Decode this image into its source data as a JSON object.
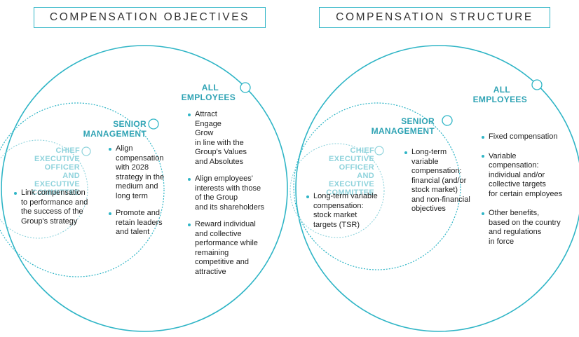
{
  "accent_color": "#2fb5c6",
  "left": {
    "title": "COMPENSATION OBJECTIVES",
    "all_employees": [
      "ALL",
      "EMPLOYEES"
    ],
    "senior_management": [
      "SENIOR",
      "MANAGEMENT"
    ],
    "ceo": [
      "CHIEF",
      "EXECUTIVE",
      "OFFICER",
      "AND EXECUTIVE",
      "COMMITTEE"
    ],
    "ceo_items": [
      [
        "Link compensation",
        "to performance and",
        "the success of the",
        "Group's strategy"
      ]
    ],
    "senior_items": [
      [
        "Align",
        "compensation",
        "with 2028",
        "strategy in the",
        "medium and",
        "long term"
      ],
      [
        "Promote and",
        "retain leaders",
        "and talent"
      ]
    ],
    "all_items": [
      [
        "Attract",
        "Engage",
        "Grow",
        "in line with the",
        "Group's Values",
        "and Absolutes"
      ],
      [
        "Align employees'",
        "interests with those",
        "of the Group",
        "and its shareholders"
      ],
      [
        "Reward individual",
        "and collective",
        "performance while",
        "remaining",
        "competitive and",
        "attractive"
      ]
    ]
  },
  "right": {
    "title": "COMPENSATION STRUCTURE",
    "all_employees": [
      "ALL",
      "EMPLOYEES"
    ],
    "senior_management": [
      "SENIOR",
      "MANAGEMENT"
    ],
    "ceo": [
      "CHIEF",
      "EXECUTIVE",
      "OFFICER",
      "AND EXECUTIVE",
      "COMMITTEE"
    ],
    "ceo_items": [
      [
        "Long-term variable",
        "compensation:",
        "stock market",
        "targets (TSR)"
      ]
    ],
    "senior_items": [
      [
        "Long-term",
        "variable",
        "compensation:",
        "financial (and/or",
        "stock market)",
        "and non-financial",
        "objectives"
      ]
    ],
    "all_items": [
      [
        "Fixed compensation"
      ],
      [
        "Variable",
        "compensation:",
        "individual and/or",
        "collective targets",
        "for certain employees"
      ],
      [
        "Other benefits,",
        "based on the country",
        "and regulations",
        "in force"
      ]
    ]
  }
}
